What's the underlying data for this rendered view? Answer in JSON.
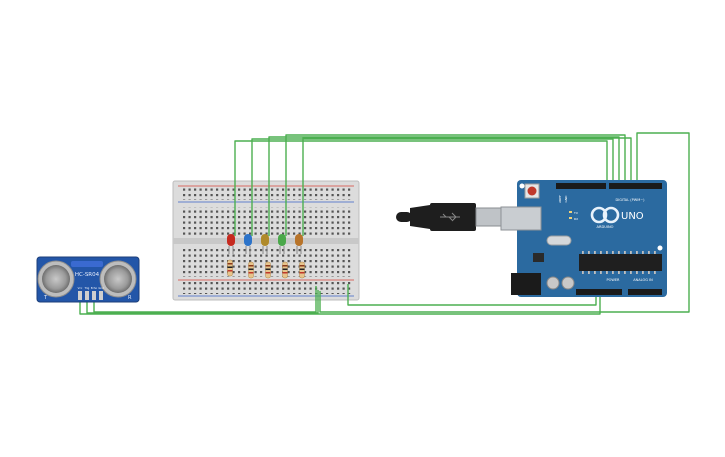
{
  "canvas": {
    "background": "#ffffff"
  },
  "sensor": {
    "model_label": "HC-SR04",
    "pin_labels": [
      "Vcc",
      "Trig",
      "Echo",
      "Gnd"
    ],
    "left_mark": "T",
    "right_mark": "R",
    "board_color": "#2356a8"
  },
  "breadboard": {
    "body_color": "#dcdcdc",
    "rail_red": "#d9443a",
    "rail_blue": "#3a63c9"
  },
  "leds": [
    {
      "name": "red",
      "color": "#c62a1f"
    },
    {
      "name": "blue",
      "color": "#2c73c9"
    },
    {
      "name": "yellow",
      "color": "#b08a2a"
    },
    {
      "name": "green",
      "color": "#4aa84a"
    },
    {
      "name": "orange",
      "color": "#b8742a"
    }
  ],
  "arduino": {
    "brand_text": "UNO",
    "sub_brand": "ARDUINO",
    "digital_label": "DIGITAL (PWM~)",
    "power_label": "POWER",
    "analog_label": "ANALOG IN",
    "aref_label": "AREF",
    "gnd_label": "GND",
    "tx_label": "TX",
    "rx_label": "RX",
    "board_color": "#2b6aa0",
    "logo_color": "#e8f2fb"
  },
  "usb_cable": {
    "plug_color": "#1e1e1e"
  },
  "wire_color": "#4caf50"
}
